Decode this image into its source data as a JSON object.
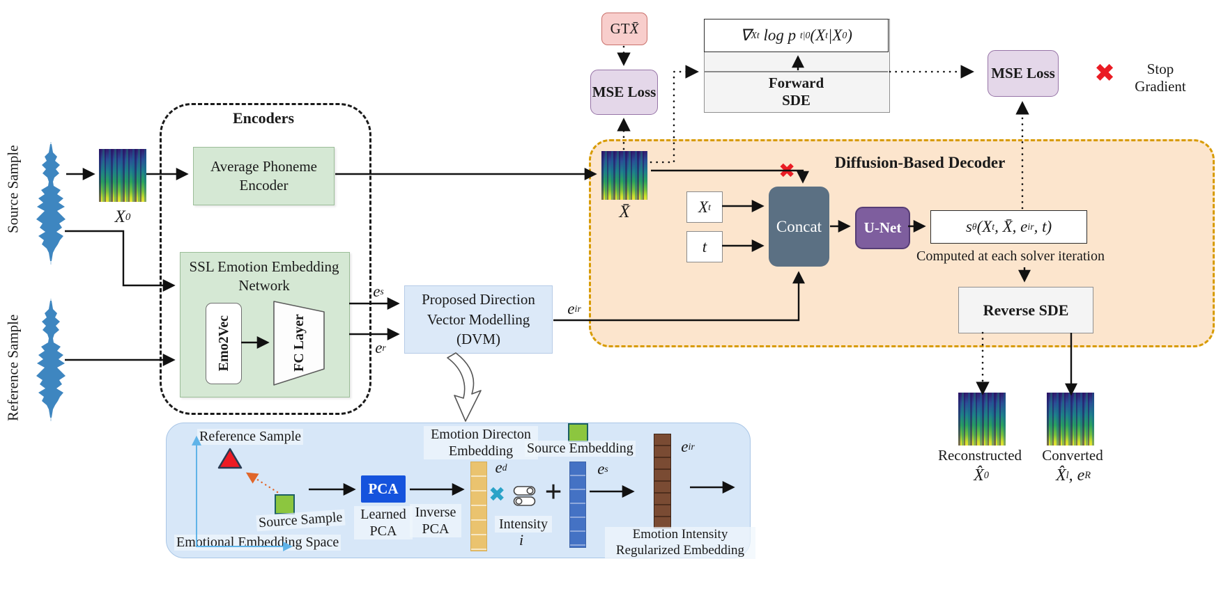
{
  "colors": {
    "green_box": "#d5e8d4",
    "decoder_fill": "#fce5cd",
    "decoder_border": "#d79b00",
    "mse_purple": "#e4d7e9",
    "gt_pink": "#f8cecc",
    "concat_slate": "#5b7083",
    "unet_purple": "#7e5e9e",
    "pca_blue": "#1553dd",
    "panel_blue": "#d7e7f8",
    "stop_red": "#ea1c24",
    "waveform_blue": "#3e86c0"
  },
  "left_inputs": {
    "source_label": "Source Sample",
    "reference_label": "Reference Sample",
    "x0": [
      {
        "t": "X"
      },
      {
        "t": "0",
        "sub": true
      }
    ]
  },
  "encoders": {
    "title": "Encoders",
    "avg_phoneme": "Average Phoneme Encoder",
    "ssl_title": "SSL Emotion Embedding Network",
    "emo2vec": "Emo2Vec",
    "fc_layer": "FC Layer",
    "e_s": [
      {
        "t": "e"
      },
      {
        "t": "s",
        "sub": true
      }
    ],
    "e_r": [
      {
        "t": "e"
      },
      {
        "t": "r",
        "sub": true
      }
    ]
  },
  "dvm": {
    "label": "Proposed Direction Vector Modelling (DVM)",
    "e_ir": [
      {
        "t": "e"
      },
      {
        "t": "ir",
        "sub": true
      }
    ]
  },
  "losses": {
    "gt": [
      {
        "t": "GT "
      },
      {
        "t": "X̄",
        "c": "it"
      }
    ],
    "mse_left": "MSE Loss",
    "mse_right": "MSE Loss",
    "grad_formula": [
      {
        "t": "∇"
      },
      {
        "t": "X",
        "sub": true
      },
      {
        "t": "t",
        "sub": true
      },
      {
        "t": " log p ",
        "c": "fx"
      },
      {
        "t": "t|0",
        "sub": true
      },
      {
        "t": "(X"
      },
      {
        "t": "t",
        "sub": true
      },
      {
        "t": "|X"
      },
      {
        "t": "0",
        "sub": true
      },
      {
        "t": ")"
      }
    ],
    "forward_sde": "Forward SDE",
    "stop_x": "✖",
    "stop_gradient": "Stop Gradient"
  },
  "decoder": {
    "title": "Diffusion-Based Decoder",
    "xbar": [
      {
        "t": "X̄"
      }
    ],
    "xt": [
      {
        "t": "X"
      },
      {
        "t": "t",
        "sub": true
      }
    ],
    "t": [
      {
        "t": "t"
      }
    ],
    "concat": "Concat",
    "unet": "U-Net",
    "score": [
      {
        "t": "s"
      },
      {
        "t": "θ",
        "sub": true
      },
      {
        "t": "(X"
      },
      {
        "t": "t",
        "sub": true
      },
      {
        "t": ", X̄, e"
      },
      {
        "t": "ir",
        "sub": true
      },
      {
        "t": ", t)"
      }
    ],
    "solver_note": "Computed at each solver iteration",
    "reverse_sde": "Reverse SDE"
  },
  "outputs": {
    "reconstructed_label": "Reconstructed",
    "reconstructed_math": [
      {
        "t": "X̂"
      },
      {
        "t": "0",
        "sub": true
      }
    ],
    "converted_label": "Converted",
    "converted_math": [
      {
        "t": "X̂"
      },
      {
        "t": "l",
        "sub": true
      },
      {
        "t": ", e"
      },
      {
        "t": "R",
        "sub": true
      }
    ]
  },
  "panel": {
    "reference_marker_label": "Reference Sample",
    "source_marker_label": "Source Sample",
    "space_label": "Emotional Embedding Space",
    "pca": "PCA",
    "learned_pca": "Learned PCA",
    "inverse_pca": "Inverse PCA",
    "direction_title": "Emotion Directon Embedding",
    "e_d": [
      {
        "t": "e"
      },
      {
        "t": "d",
        "sub": true
      }
    ],
    "multiply": "✖",
    "intensity": "Intensity",
    "intensity_i": "i",
    "plus": "+",
    "source_embedding": "Source Embedding",
    "e_s": [
      {
        "t": "e"
      },
      {
        "t": "s",
        "sub": true
      }
    ],
    "e_ir": [
      {
        "t": "e"
      },
      {
        "t": "ir",
        "sub": true
      }
    ],
    "regularized": "Emotion Intensity Regularized Embedding"
  }
}
